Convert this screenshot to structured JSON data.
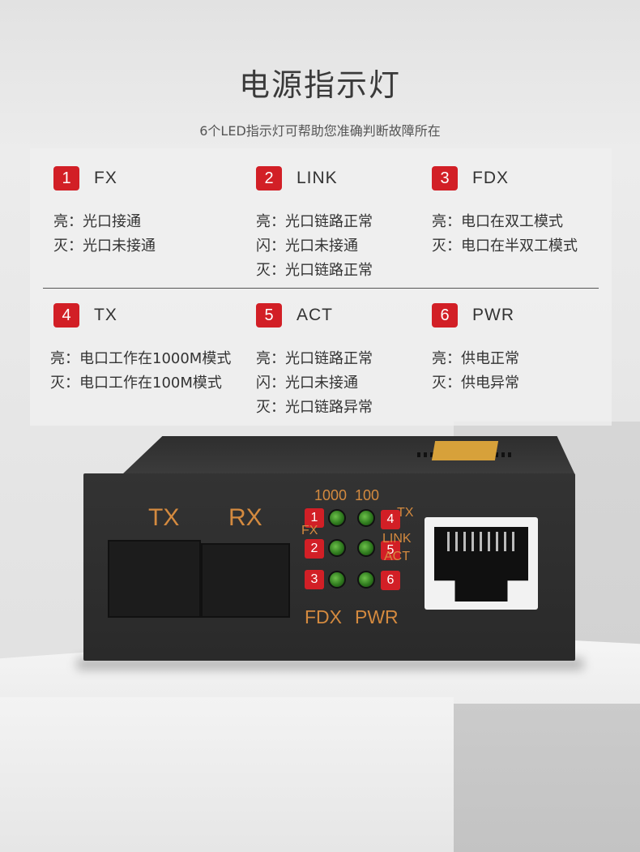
{
  "header": {
    "title": "电源指示灯",
    "subtitle": "6个LED指示灯可帮助您准确判断故障所在"
  },
  "indicators": [
    {
      "num": "1",
      "name": "FX",
      "lines": [
        "亮：光口接通",
        "灭：光口未接通"
      ]
    },
    {
      "num": "2",
      "name": "LINK",
      "lines": [
        "亮：光口链路正常",
        "闪：光口未接通",
        "灭：光口链路正常"
      ]
    },
    {
      "num": "3",
      "name": "FDX",
      "lines": [
        "亮：电口在双工模式",
        "灭：电口在半双工模式"
      ]
    },
    {
      "num": "4",
      "name": "TX",
      "lines": [
        "亮：电口工作在1000M模式",
        "灭：电口工作在100M模式"
      ]
    },
    {
      "num": "5",
      "name": "ACT",
      "lines": [
        "亮：光口链路正常",
        "闪：光口未接通",
        "灭：光口链路异常"
      ]
    },
    {
      "num": "6",
      "name": "PWR",
      "lines": [
        "亮：供电正常",
        "灭：供电异常"
      ]
    }
  ],
  "device": {
    "port_tx": "TX",
    "port_rx": "RX",
    "speed_1000": "1000",
    "speed_100": "100",
    "label_fx": "FX",
    "label_tx": "TX",
    "label_link": "LINK",
    "label_act": "ACT",
    "label_fdx": "FDX",
    "label_pwr": "PWR",
    "led_nums": [
      "1",
      "2",
      "3",
      "4",
      "5",
      "6"
    ]
  },
  "colors": {
    "badge": "#d21f26",
    "device_label": "#d48a3f",
    "led": "#2f7a1e"
  }
}
